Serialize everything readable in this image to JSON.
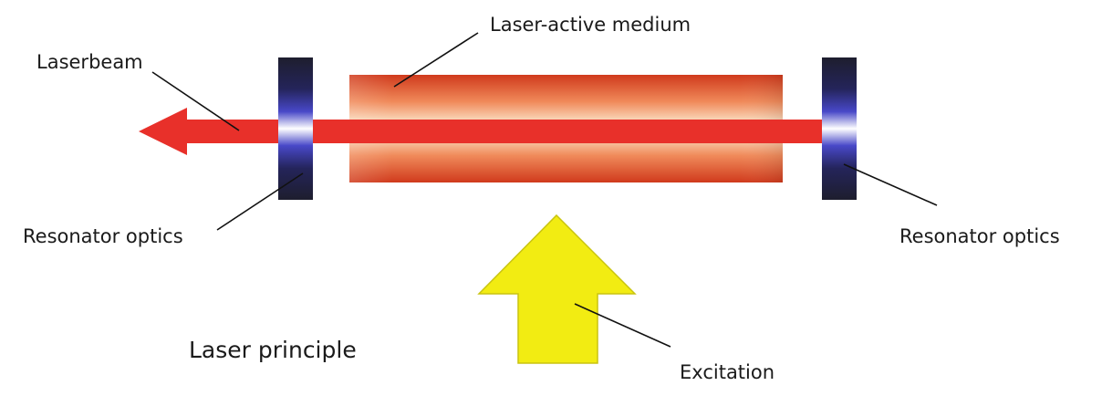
{
  "diagram": {
    "caption": "Laser principle",
    "labels": {
      "laser_active_medium": "Laser-active medium",
      "laserbeam": "Laserbeam",
      "resonator_optics_left": "Resonator optics",
      "resonator_optics_right": "Resonator optics",
      "excitation": "Excitation"
    },
    "colors": {
      "beam": "#e8302a",
      "medium_dark": "#d8401e",
      "medium_light": "#fbe7cf",
      "optic_dark": "#1e1e3a",
      "optic_mid": "#3a3ab0",
      "optic_light": "#ffffff",
      "arrow_fill": "#f2ec12",
      "arrow_stroke": "#c9c410"
    }
  }
}
